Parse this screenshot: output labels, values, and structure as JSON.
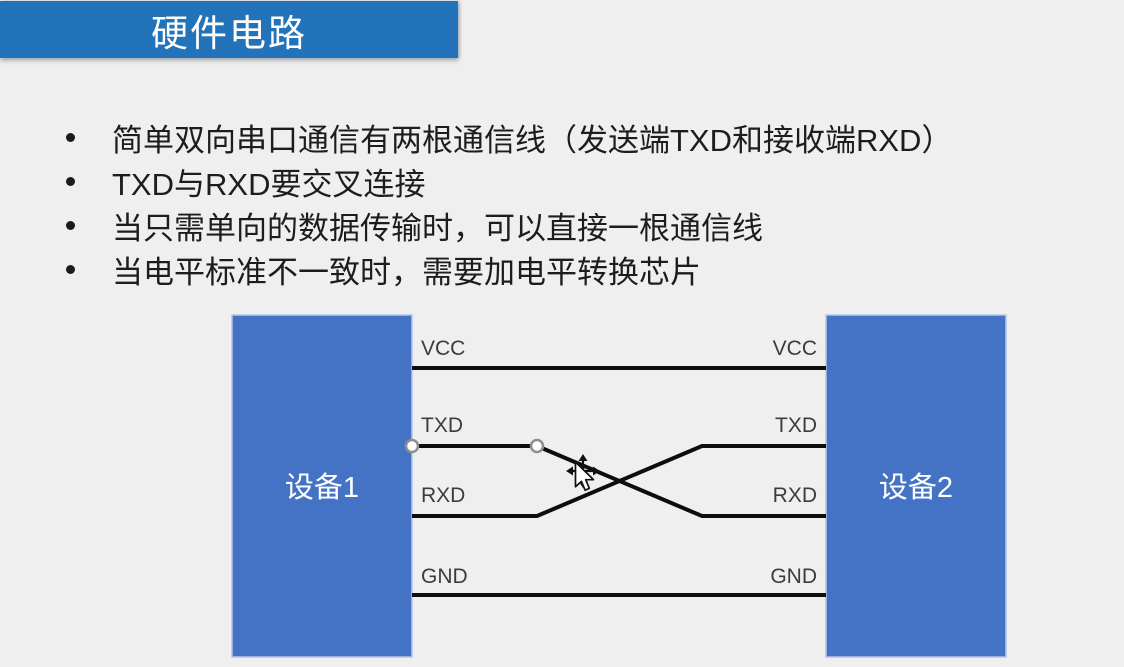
{
  "slide": {
    "title": "硬件电路",
    "bullets": [
      "简单双向串口通信有两根通信线（发送端TXD和接收端RXD）",
      "TXD与RXD要交叉连接",
      "当只需单向的数据传输时，可以直接一根通信线",
      "当电平标准不一致时，需要加电平转换芯片"
    ],
    "diagram": {
      "device1_label": "设备1",
      "device2_label": "设备2",
      "pins_left": [
        "VCC",
        "TXD",
        "RXD",
        "GND"
      ],
      "pins_right": [
        "VCC",
        "TXD",
        "RXD",
        "GND"
      ],
      "cursor": "move-cursor"
    },
    "colors": {
      "title_bg": "#2273b9",
      "device_fill": "#4472c4",
      "device_border": "#b6c6e8",
      "wire": "#0d0d0d",
      "background": "#efefef",
      "title_text": "#ffffff",
      "body_text": "#1d1d1d",
      "pin_text": "#3c3c3c"
    }
  }
}
